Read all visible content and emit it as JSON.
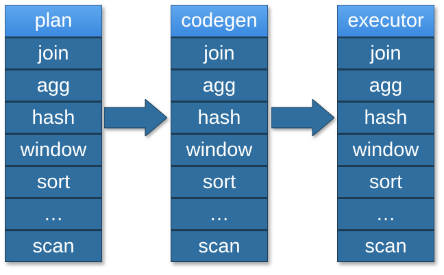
{
  "stacks": [
    {
      "header": "plan",
      "cells": [
        "join",
        "agg",
        "hash",
        "window",
        "sort",
        "…",
        "scan"
      ]
    },
    {
      "header": "codegen",
      "cells": [
        "join",
        "agg",
        "hash",
        "window",
        "sort",
        "…",
        "scan"
      ]
    },
    {
      "header": "executor",
      "cells": [
        "join",
        "agg",
        "hash",
        "window",
        "sort",
        "…",
        "scan"
      ]
    }
  ],
  "colors": {
    "header": "#4a98e8",
    "cell": "#2f6e9e",
    "divider": "#1c3b53",
    "arrow": "#2f6e9e",
    "text": "#ffffff"
  }
}
